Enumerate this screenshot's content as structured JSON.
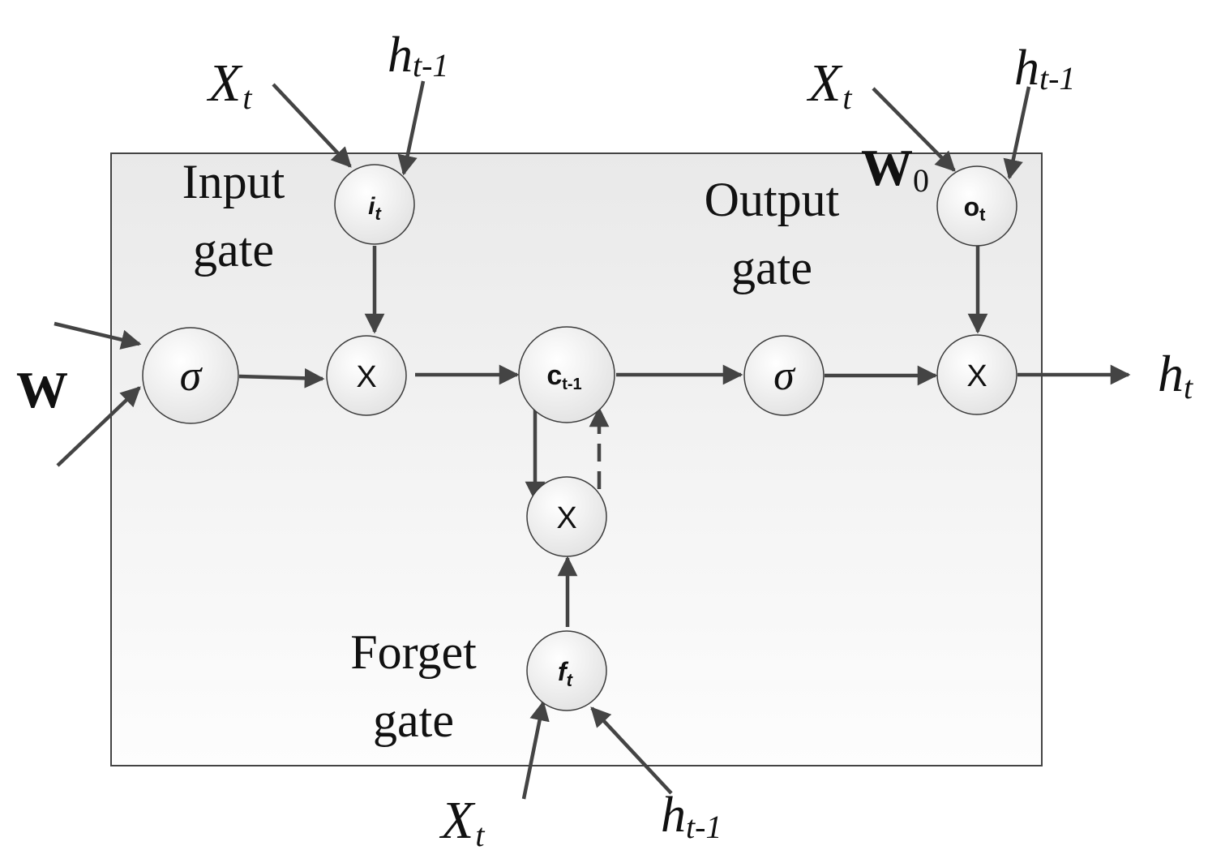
{
  "diagram": {
    "gates": {
      "input_line1": "Input",
      "input_line2": "gate",
      "output_line1": "Output",
      "output_line2": "gate",
      "forget_line1": "Forget",
      "forget_line2": "gate"
    },
    "nodes": {
      "input_gate_main": "i",
      "input_gate_sub": "t",
      "output_gate_main": "o",
      "output_gate_sub": "t",
      "forget_gate_main": "f",
      "forget_gate_sub": "t",
      "cell_main": "c",
      "cell_sub": "t-1",
      "sigma": "σ",
      "multiply": "X"
    },
    "inputs": {
      "x_main": "X",
      "x_sub": "t",
      "h_main": "h",
      "h_sub": "t-1",
      "weight_w": "W",
      "weight_w0_main": "W",
      "weight_w0_sub": "0"
    },
    "output": {
      "h_main": "h",
      "h_sub": "t"
    }
  }
}
